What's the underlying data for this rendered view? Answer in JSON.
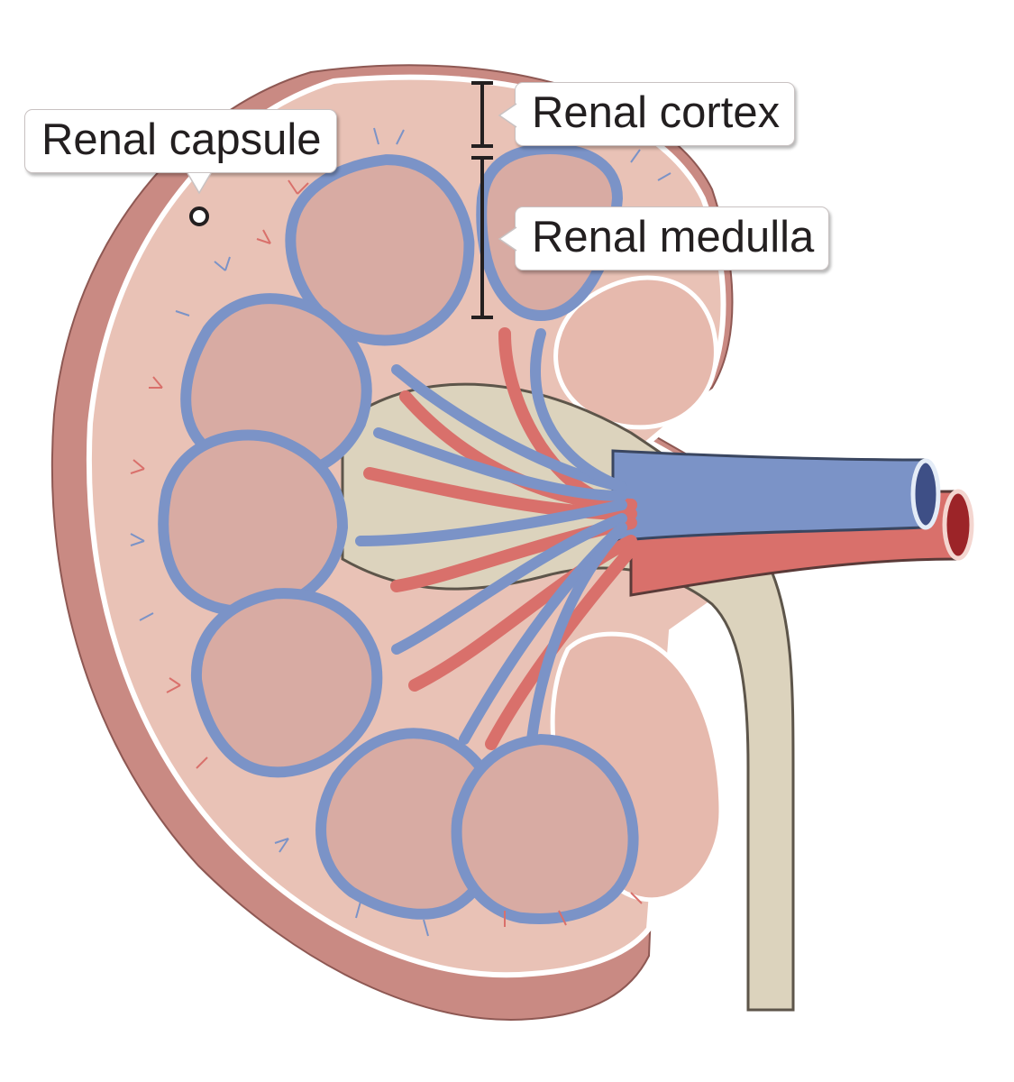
{
  "labels": {
    "renal_capsule": "Renal capsule",
    "renal_cortex": "Renal cortex",
    "renal_medulla": "Renal medulla"
  },
  "colors": {
    "capsule": "#c98a83",
    "cortex": "#e9c2b6",
    "medulla": "#d8aba3",
    "artery": "#d9706b",
    "vein": "#7b93c7",
    "pelvis": "#dcd3bd",
    "outline": "#4a4a4a"
  }
}
